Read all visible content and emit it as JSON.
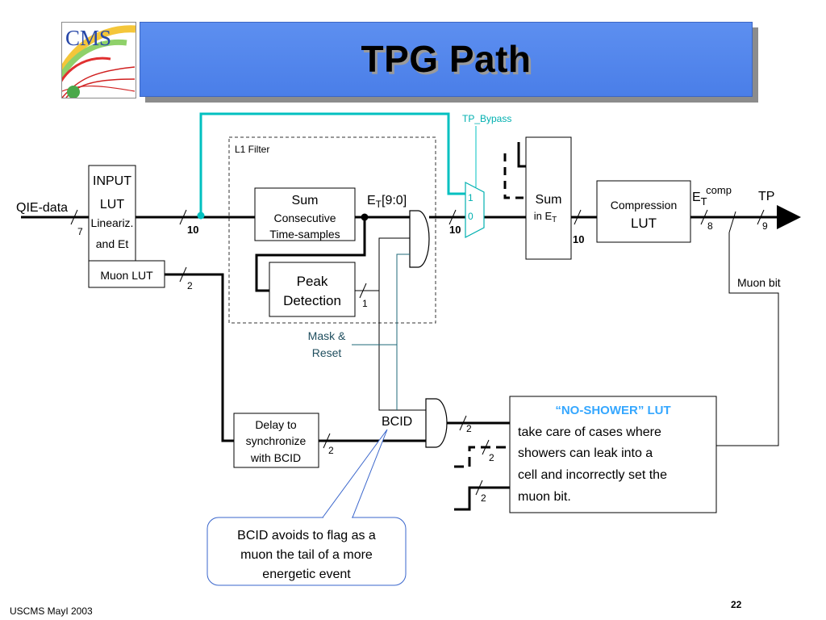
{
  "slide": {
    "title": "TPG Path",
    "logo_text": "CMS",
    "footer_left": "USCMS MayI 2003",
    "page_number": "22"
  },
  "diagram": {
    "input_label": "QIE-data",
    "input_lut": [
      "INPUT",
      "LUT",
      "Lineariz.",
      "and Et"
    ],
    "muon_lut": "Muon LUT",
    "l1_filter": "L1 Filter",
    "sum_block": [
      "Sum",
      "Consecutive",
      "Time-samples"
    ],
    "peak_block": [
      "Peak",
      "Detection"
    ],
    "et_label": "E",
    "et_sub": "T",
    "et_bits": "[9:0]",
    "tp_bypass": "TP_Bypass",
    "mux_1": "1",
    "mux_0": "0",
    "sum_et": [
      "Sum",
      "in E",
      "T"
    ],
    "compression": [
      "Compression",
      "LUT"
    ],
    "et_comp_base": "E",
    "et_comp_sub": "T",
    "et_comp_sup": "comp",
    "tp_label": "TP",
    "muon_bit": "Muon bit",
    "mask_reset": [
      "Mask &",
      "Reset"
    ],
    "bcid": "BCID",
    "delay": [
      "Delay to",
      "synchronize",
      "with BCID"
    ],
    "no_shower_title": "“NO-SHOWER”  LUT",
    "no_shower_body": [
      "take care of cases where",
      "showers can leak into a",
      "cell and incorrectly set the",
      "muon bit."
    ],
    "callout": [
      "BCID avoids to flag as a",
      "muon the tail of a more",
      "energetic event"
    ],
    "bus_widths": {
      "w7": "7",
      "w10a": "10",
      "w10b": "10",
      "w10c": "10",
      "w2_muon": "2",
      "w1": "1",
      "w2_delay": "2",
      "w8": "8",
      "w9": "9",
      "w2_and": "2",
      "w2_dash": "2",
      "w2_step": "2"
    },
    "colors": {
      "bypass": "#00c0c0",
      "mask_text": "#1f4e5e",
      "no_shower_title": "#35a7ff",
      "callout_border": "#3a66cc",
      "title_bar": "#4a7ee8"
    }
  }
}
